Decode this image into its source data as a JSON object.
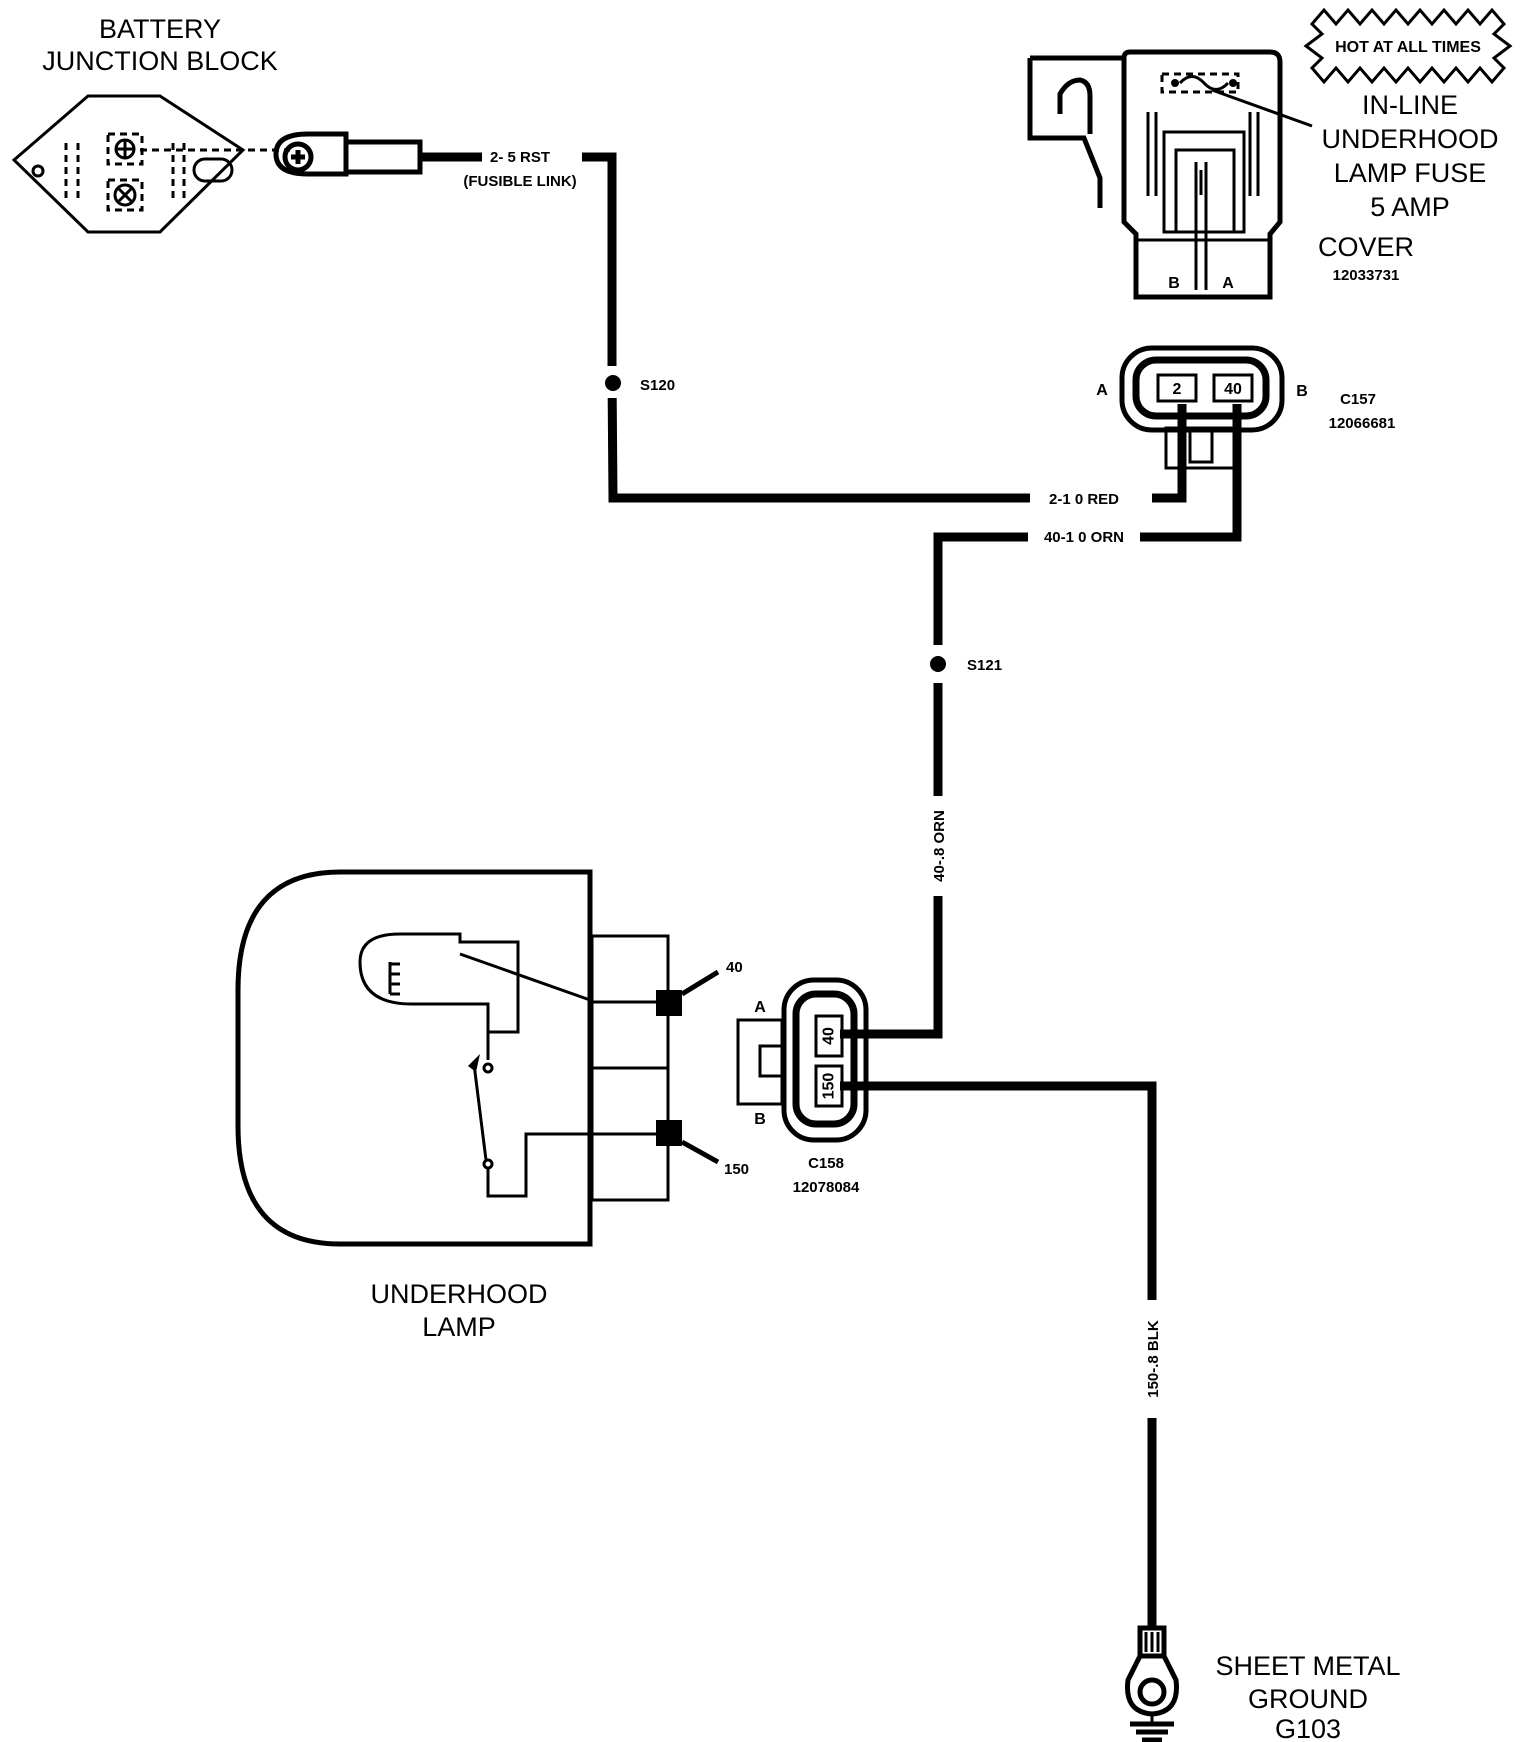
{
  "components": {
    "battery_junction_block": {
      "line1": "BATTERY",
      "line2": "JUNCTION BLOCK"
    },
    "fuse": {
      "hot_banner": "HOT AT ALL TIMES",
      "line1": "IN-LINE",
      "line2": "UNDERHOOD",
      "line3": "LAMP FUSE",
      "line4": "5 AMP",
      "pin_b": "B",
      "pin_a": "A",
      "cover_label": "COVER",
      "cover_part": "12033731"
    },
    "c157": {
      "name": "C157",
      "part": "12066681",
      "side_a": "A",
      "side_b": "B",
      "cavity_1": "2",
      "cavity_2": "40"
    },
    "c158": {
      "name": "C158",
      "part": "12078084",
      "side_a": "A",
      "side_b": "B",
      "cavity_1": "40",
      "cavity_2": "150"
    },
    "underhood_lamp": {
      "line1": "UNDERHOOD",
      "line2": "LAMP",
      "terminal_top": "40",
      "terminal_bottom": "150"
    },
    "ground": {
      "line1": "SHEET METAL",
      "line2": "GROUND",
      "line3": "G103"
    }
  },
  "wires": {
    "fusible_link": {
      "label": "2- 5 RST",
      "note": "(FUSIBLE LINK)"
    },
    "red": {
      "label": "2-1 0 RED"
    },
    "orn_top": {
      "label": "40-1 0 ORN"
    },
    "orn_vertical": {
      "label": "40-.8 ORN"
    },
    "blk": {
      "label": "150-.8 BLK"
    }
  },
  "splices": {
    "s120": "S120",
    "s121": "S121"
  }
}
